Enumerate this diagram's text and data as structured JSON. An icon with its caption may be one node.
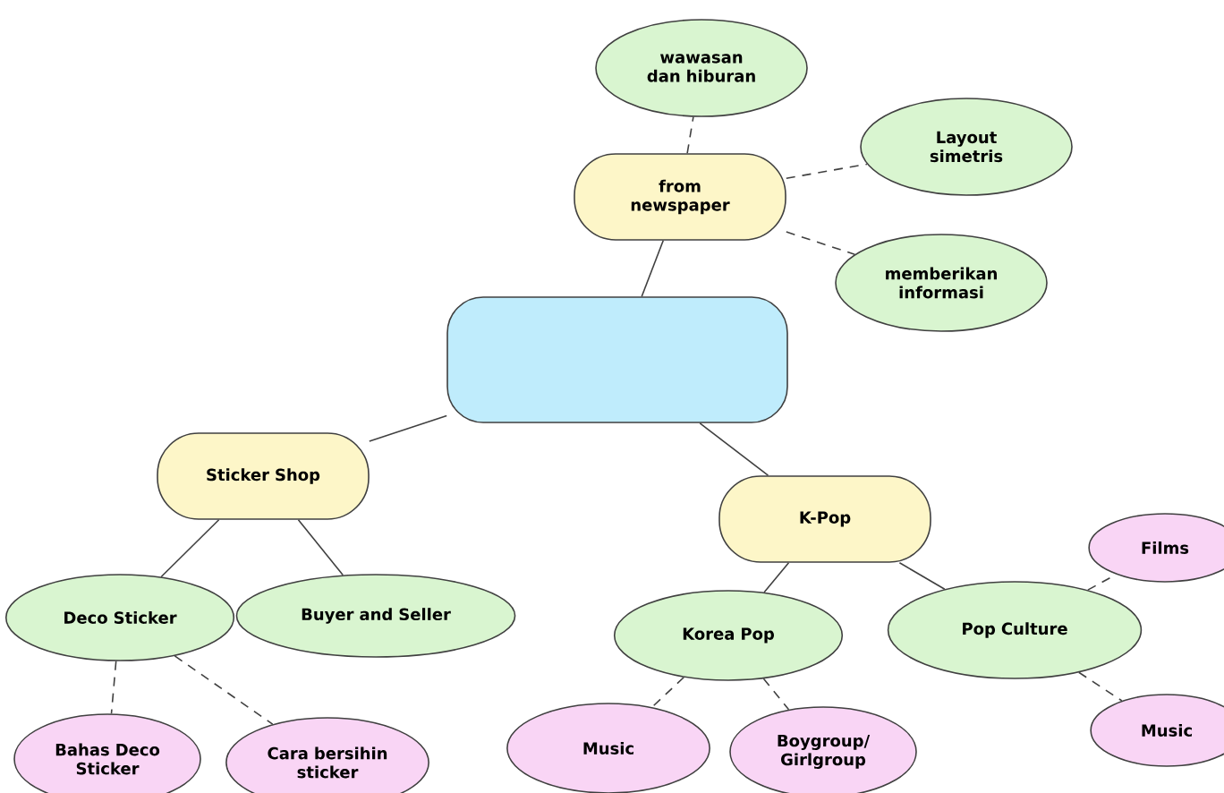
{
  "diagram": {
    "nodes": [
      {
        "text": [
          "wawasan dan hiburan"
        ]
      },
      {
        "text": [
          "Layout simetris"
        ]
      },
      {
        "text": [
          "from newspaper"
        ]
      },
      {
        "text": [
          "memberikan informasi"
        ]
      },
      {
        "text": [],
        "shape": "box"
      },
      {
        "text": [
          "Sticker Shop"
        ]
      },
      {
        "text": [
          "K-Pop"
        ]
      },
      {
        "text": [
          "Deco Sticker"
        ]
      },
      {
        "text": [
          "Buyer and Seller"
        ]
      },
      {
        "text": [
          "Films"
        ]
      },
      {
        "text": [
          "Pop Culture"
        ]
      },
      {
        "text": [
          "Korea Pop"
        ]
      },
      {
        "text": [
          "Music"
        ]
      },
      {
        "text": [
          "Bahas Deco Sticker"
        ]
      },
      {
        "text": [
          "Cara bersihin sticker"
        ]
      },
      {
        "text": [
          "Music"
        ]
      },
      {
        "text": [
          "Boygroup/ Girlgroup"
        ]
      }
    ],
    "edges": [
      {
        "from": 2,
        "to": 0,
        "arrow": "none",
        "style": "dashed"
      },
      {
        "from": 2,
        "to": 1,
        "arrow": "none",
        "style": "dashed"
      },
      {
        "from": 2,
        "to": 3,
        "arrow": "none",
        "style": "dashed"
      },
      {
        "from": 4,
        "to": 2,
        "arrow": "none"
      },
      {
        "from": 4,
        "to": 5,
        "arrow": "none"
      },
      {
        "from": 4,
        "to": 6,
        "arrow": "none"
      },
      {
        "from": 5,
        "to": 7,
        "arrow": "none"
      },
      {
        "from": 5,
        "to": 8,
        "arrow": "none"
      },
      {
        "from": 6,
        "to": 11,
        "arrow": "none"
      },
      {
        "from": 6,
        "to": 10,
        "arrow": "none"
      },
      {
        "from": 10,
        "to": 9,
        "arrow": "none",
        "style": "dashed"
      },
      {
        "from": 10,
        "to": 12,
        "arrow": "none",
        "style": "dashed"
      },
      {
        "from": 7,
        "to": 13,
        "arrow": "none",
        "style": "dashed"
      },
      {
        "from": 7,
        "to": 14,
        "arrow": "none",
        "style": "dashed"
      },
      {
        "from": 11,
        "to": 15,
        "arrow": "none",
        "style": "dashed"
      },
      {
        "from": 11,
        "to": 16,
        "arrow": "none",
        "style": "dashed"
      }
    ]
  }
}
